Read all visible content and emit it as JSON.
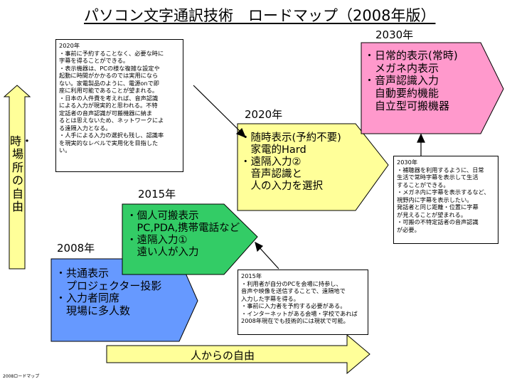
{
  "title": "パソコン文字通訳技術　ロードマップ（2008年版）",
  "axes": {
    "vertical": "時・場所の自由",
    "horizontal": "人からの自由"
  },
  "stages": [
    {
      "year": "2008年",
      "color": "#6699ff",
      "lines": [
        "・共通表示",
        "　プロジェクター投影",
        "・入力者同席",
        "　現場に多人数"
      ]
    },
    {
      "year": "2015年",
      "color": "#33cc66",
      "lines": [
        "・個人可搬表示",
        "　PC,PDA,携帯電話など",
        "・遠隔入力①",
        "　遠い人が入力"
      ]
    },
    {
      "year": "2020年",
      "color": "#ffff99",
      "lines": [
        "・随時表示(予約不要)",
        "　家電的Hard",
        "・遠隔入力②",
        "　音声認識と",
        "　人の入力を選択"
      ]
    },
    {
      "year": "2030年",
      "color": "#ff99cc",
      "lines": [
        "・日常的表示(常時)",
        "　メガネ内表示",
        "・音声認識入力",
        "　自動要約機能",
        "　自立型可搬機器"
      ]
    }
  ],
  "notes": [
    {
      "id": "2020",
      "lines": [
        "2020年",
        "・事前に予約することなく、必要な時に",
        "字幕を得ることができる。",
        "・表示機器は、PCの様な複雑な設定や",
        "起動に時間がかかるのでは実用になら",
        "ない。家電製品のように、電源onで即",
        "座に利用可能であることが望まれる。",
        "・日本の人件費を考えれば、音声認識",
        "による入力が現実的と思われる。不特",
        "定話者の音声認識が可搬機器に納ま",
        "るとは思えないため、ネットワークによ",
        "る遠隔入力となる。",
        "・人手による入力の選択も残し、認識率",
        "を現実的なレベルで実用化を目指した",
        "い。"
      ]
    },
    {
      "id": "2030",
      "lines": [
        "2030年",
        "・補聴器を利用するように、日常",
        "生活で常時字幕を表示して生活",
        "することができる。",
        "・メガネ内に字幕を表示するなど、",
        "視野内に字幕を表示したい。",
        "発話者と同じ距離・位置に字幕",
        "が見えることが望まれる。",
        "・可搬の不特定話者の音声認識",
        "が必要。"
      ]
    },
    {
      "id": "2015",
      "lines": [
        "2015年",
        "・利用者が自分のPCを会場に持参し、",
        "音声や映像を送信することで、遠隔地で",
        "入力した字幕を得る。",
        "・事前に入力者を予約する必要がある。",
        "・インターネットがある会場・学校であれば",
        "2008年現在でも技術的には現状で可能。"
      ]
    }
  ],
  "footer": "2008ロードマップ"
}
